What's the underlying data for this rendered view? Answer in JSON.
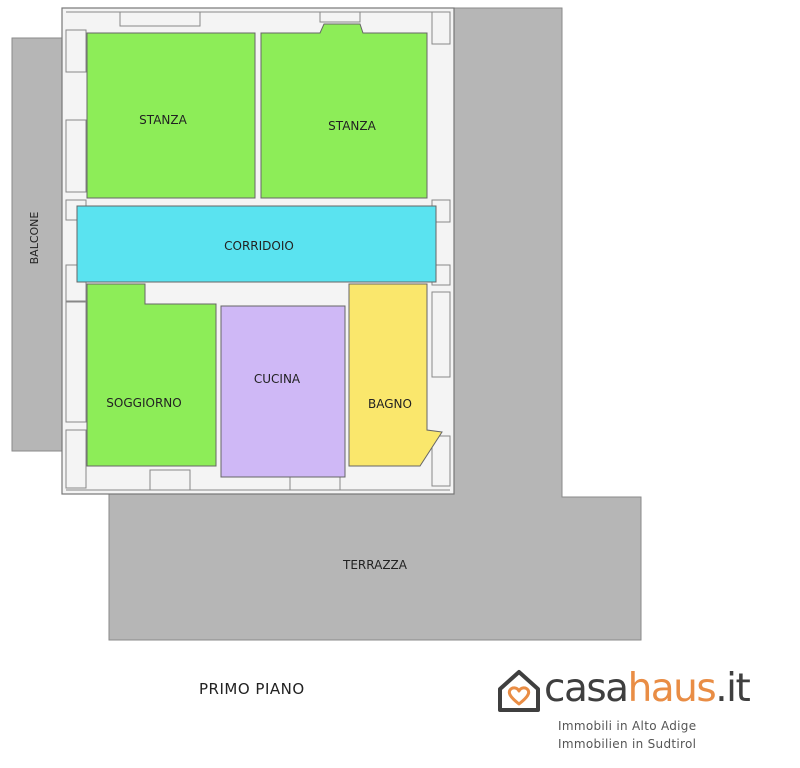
{
  "plan": {
    "rooms": {
      "stanza_1": "STANZA",
      "stanza_2": "STANZA",
      "corridoio": "CORRIDOIO",
      "soggiorno": "SOGGIORNO",
      "cucina": "CUCINA",
      "bagno": "BAGNO",
      "balcone": "BALCONE",
      "terrazza": "TERRAZZA"
    },
    "floor_label": "PRIMO PIANO",
    "colors": {
      "stanza": "#8ded58",
      "corridoio": "#5ae3f0",
      "cucina": "#cfb8f6",
      "bagno": "#fae76c",
      "outdoor": "#b6b6b6",
      "wall": "#f4f4f4"
    }
  },
  "brand": {
    "name_casa": "casa",
    "name_haus": "haus",
    "name_tld": ".it",
    "tagline_it": "Immobili in Alto Adige",
    "tagline_de": "Immobilien in Sudtirol",
    "icon": "house-heart-icon",
    "accent_color": "#e98d45"
  }
}
